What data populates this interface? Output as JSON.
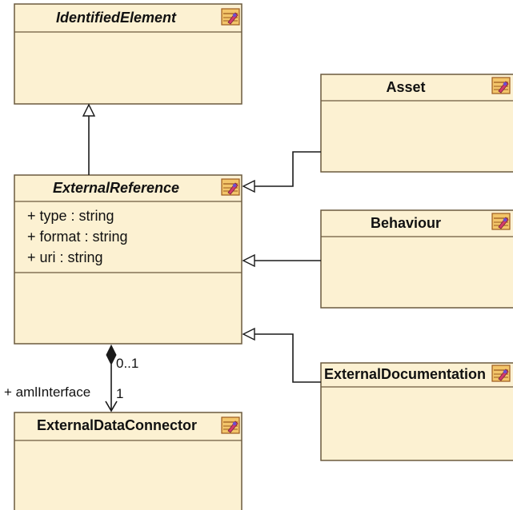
{
  "diagram_type": "UML class diagram",
  "colors": {
    "fill": "#fcf1d2",
    "border": "#6b5a3e",
    "line": "#1a1a1a",
    "text": "#111111"
  },
  "classes": {
    "identified_element": {
      "name": "IdentifiedElement",
      "abstract": true,
      "icon": "class-icon"
    },
    "external_reference": {
      "name": "ExternalReference",
      "abstract": true,
      "icon": "class-icon",
      "attributes": [
        "+ type : string",
        "+ format : string",
        "+ uri : string"
      ]
    },
    "asset": {
      "name": "Asset",
      "icon": "class-icon"
    },
    "behaviour": {
      "name": "Behaviour",
      "icon": "class-icon"
    },
    "external_documentation": {
      "name": "ExternalDocumentation",
      "icon": "class-icon"
    },
    "external_data_connector": {
      "name": "ExternalDataConnector",
      "icon": "class-icon"
    }
  },
  "association": {
    "role": "+ amlInterface",
    "source_multiplicity": "0..1",
    "target_multiplicity": "1"
  }
}
